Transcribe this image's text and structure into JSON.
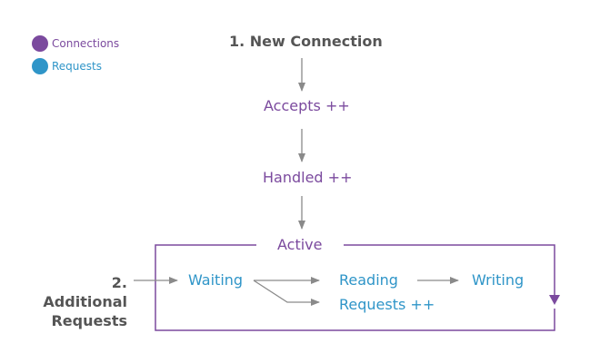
{
  "colors": {
    "connections": "#7b4a9e",
    "requests": "#2f95c8",
    "arrow": "#8a8a8a",
    "heading": "#555555"
  },
  "legend": {
    "connections": {
      "label": "Connections",
      "icon": "purple-circle"
    },
    "requests": {
      "label": "Requests",
      "icon": "blue-circle"
    }
  },
  "flow": {
    "new_connection": "1. New Connection",
    "accepts": "Accepts ++",
    "handled": "Handled ++",
    "active": "Active",
    "additional_requests": "2. Additional\nRequests",
    "waiting": "Waiting",
    "reading": "Reading",
    "writing": "Writing",
    "requests_inc": "Requests ++"
  }
}
